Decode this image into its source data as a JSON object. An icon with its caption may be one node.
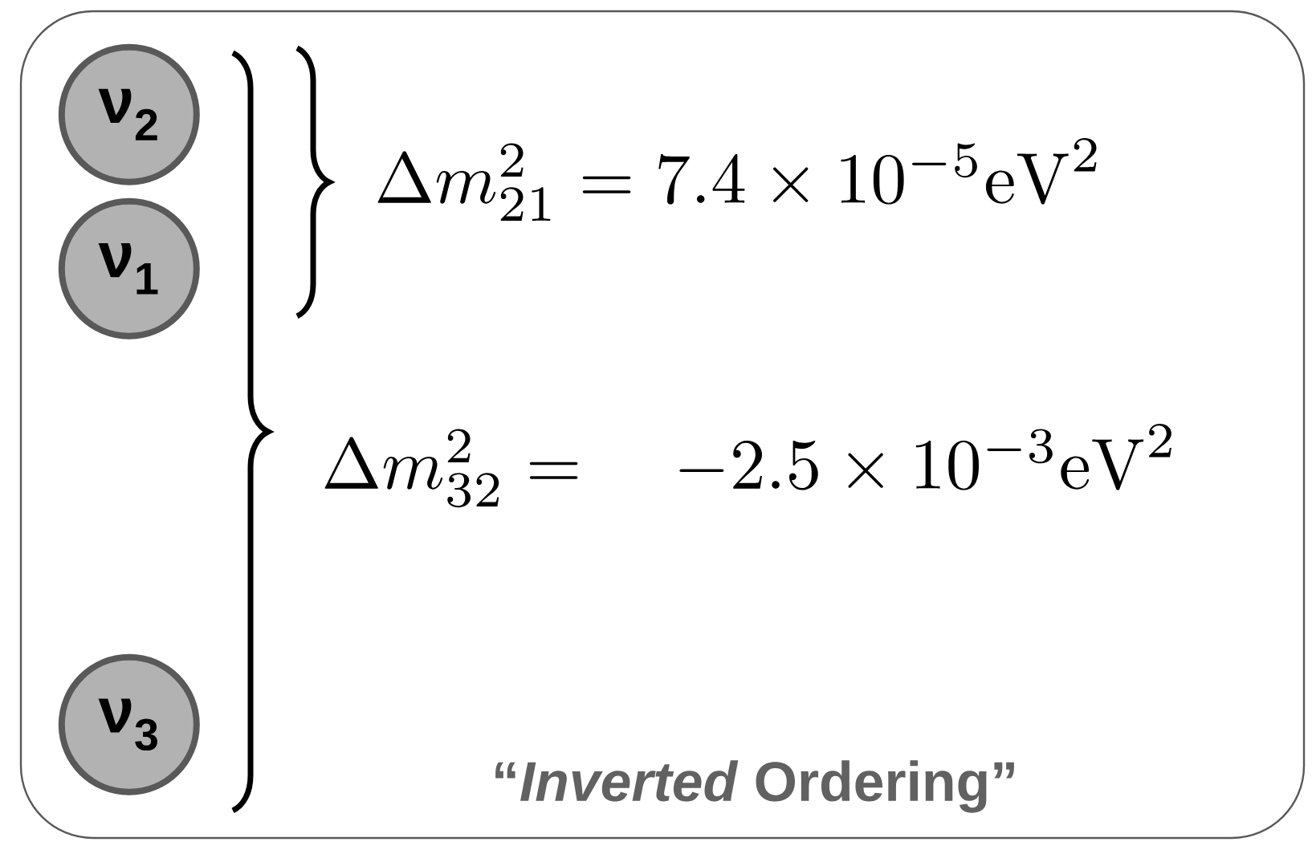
{
  "diagram": {
    "nodes": [
      {
        "text": [],
        "shape": "box"
      },
      {
        "text": [
          "ν$_{2}$"
        ],
        "in": 0
      },
      {
        "text": [
          "ν$_{1}$"
        ],
        "in": 0
      },
      {
        "text": [
          "ν$_{3}$"
        ],
        "in": 0
      }
    ],
    "labels": [
      "\\Delta m^2_{21} = 7.4 \\times 10^{-5} \\mathrm{eV}^2",
      "\\Delta m^2_{32} = \\quad -2.5 \\times 10^{-3} \\mathrm{eV}^2",
      "“*Inverted* Ordering”"
    ]
  }
}
